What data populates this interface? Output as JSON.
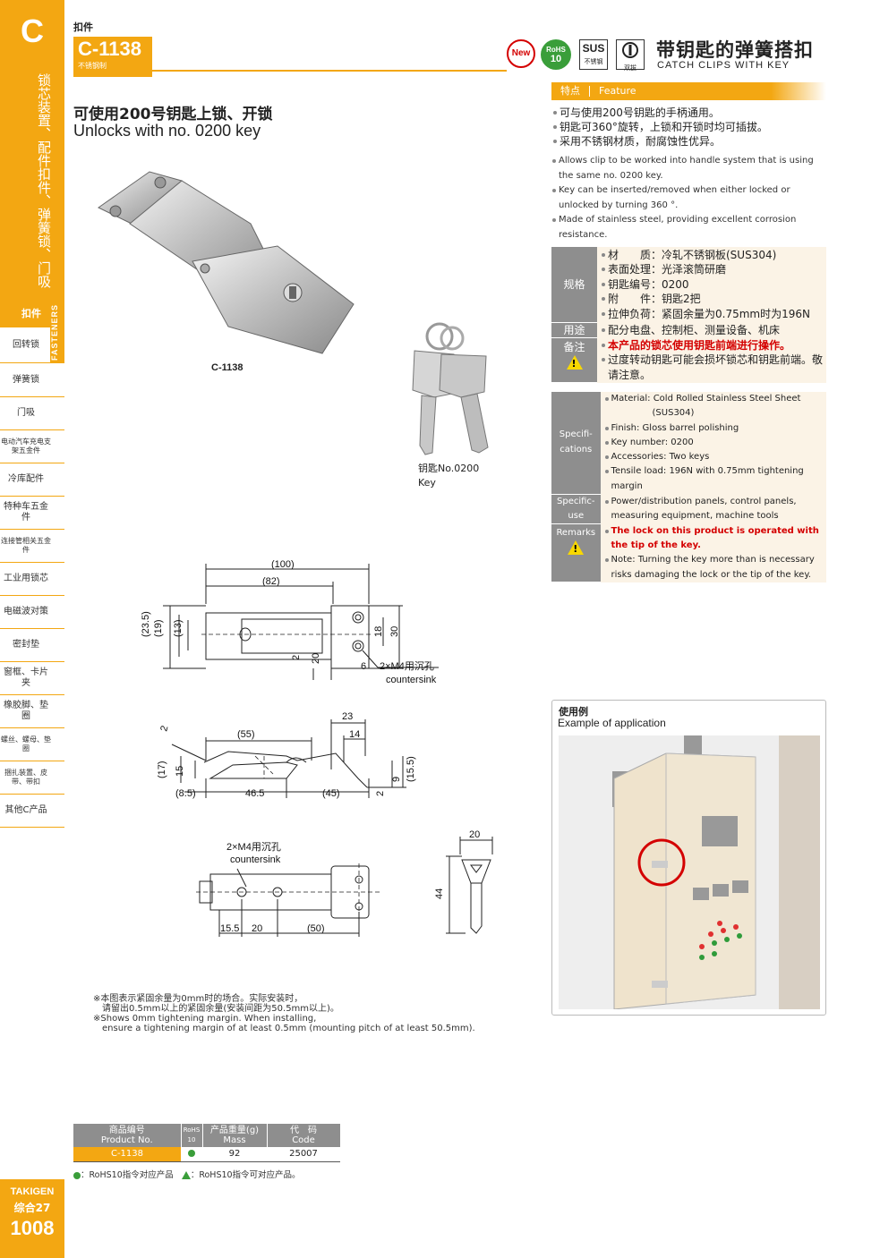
{
  "sidebar": {
    "letter": "C",
    "vertical_cn": "锁芯装置、配件扣件、弹簧锁、门吸",
    "fasteners": "FASTENERS",
    "items": [
      {
        "label": "扣件",
        "active": true
      },
      {
        "label": "回转锁"
      },
      {
        "label": "弹簧锁"
      },
      {
        "label": "门吸"
      },
      {
        "label": "电动汽车充电支架五金件"
      },
      {
        "label": "冷库配件"
      },
      {
        "label": "特种车五金件"
      },
      {
        "label": "连接管相关五金件"
      },
      {
        "label": "工业用锁芯"
      },
      {
        "label": "电磁波对策"
      },
      {
        "label": "密封垫"
      },
      {
        "label": "窗框、卡片夹"
      },
      {
        "label": "橡胶脚、垫圈"
      },
      {
        "label": "螺丝、螺母、垫圈"
      },
      {
        "label": "捆扎装置、皮带、带扣"
      },
      {
        "label": "其他C产品"
      }
    ],
    "brand": "TAKIGEN",
    "section": "综合27",
    "page": "1008"
  },
  "header": {
    "category": "扣件",
    "model": "C-1138",
    "material": "不锈钢制",
    "badges": {
      "new": "New",
      "rohs": "RoHS",
      "rohs_num": "10",
      "sus": "SUS",
      "sus_sub": "不锈钢",
      "key_sub": "双拔"
    },
    "title_cn": "带钥匙的弹簧搭扣",
    "title_en": "CATCH CLIPS WITH KEY"
  },
  "main": {
    "title_cn": "可使用200号钥匙上锁、开锁",
    "title_en": "Unlocks with no. 0200 key",
    "product_caption": "C-1138",
    "key_caption_cn": "钥匙No.0200",
    "key_caption_en": "Key"
  },
  "feature": {
    "label_cn": "特点",
    "label_en": "Feature",
    "cn": [
      "可与使用200号钥匙的手柄通用。",
      "钥匙可360°旋转，上锁和开锁时均可插拔。",
      "采用不锈钢材质，耐腐蚀性优异。"
    ],
    "en": [
      "Allows clip to be worked into handle system that is using the same no. 0200 key.",
      "Key can be inserted/removed when either locked or unlocked by turning 360 °.",
      "Made of stainless steel, providing excellent corrosion resistance."
    ]
  },
  "spec_cn": {
    "spec_label": "规格",
    "spec_items": [
      "材　　质：冷轧不锈钢板(SUS304)",
      "表面处理：光泽滚筒研磨",
      "钥匙编号：0200",
      "附　　件：钥匙2把",
      "拉伸负荷：紧固余量为0.75mm时为196N"
    ],
    "use_label": "用途",
    "use_text": "配分电盘、控制柜、测量设备、机床",
    "remarks_label": "备注",
    "remark_red": "本产品的锁芯使用钥匙前端进行操作。",
    "remark_note": "过度转动钥匙可能会损坏锁芯和钥匙前端。敬请注意。"
  },
  "spec_en": {
    "spec_label": "Specifi-cations",
    "spec_items": [
      "Material: Cold Rolled Stainless Steel Sheet",
      "(SUS304)",
      "Finish: Gloss barrel polishing",
      "Key number: 0200",
      "Accessories: Two keys",
      "Tensile load: 196N with 0.75mm tightening margin"
    ],
    "use_label": "Specific-use",
    "use_text": "Power/distribution panels, control panels, measuring equipment, machine tools",
    "remarks_label": "Remarks",
    "remark_red": "The lock on this product is operated with the tip of the key.",
    "remark_note": "Note: Turning the key more than is necessary risks damaging the lock or the tip of the key."
  },
  "drawing": {
    "top": {
      "d100": "(100)",
      "d82": "(82)",
      "d23_5": "(23.5)",
      "d19": "(19)",
      "d13": "(13)",
      "d18": "18",
      "d30": "30",
      "d2": "2",
      "d20": "20",
      "d6": "6",
      "hole_cn": "2×M4用沉孔",
      "hole_en": "countersink"
    },
    "side": {
      "d2": "2",
      "d55": "(55)",
      "d23": "23",
      "d14": "14",
      "d17": "(17)",
      "d15": "15",
      "d9": "9",
      "d15_5": "(15.5)",
      "d8_5": "(8.5)",
      "d46_5": "46.5",
      "d45": "(45)",
      "d2b": "2"
    },
    "bottom": {
      "hole_cn": "2×M4用沉孔",
      "hole_en": "countersink",
      "d15_5": "15.5",
      "d20": "20",
      "d50": "(50)"
    },
    "key": {
      "d20": "20",
      "d44": "44"
    }
  },
  "application": {
    "title_cn": "使用例",
    "title_en": "Example of application"
  },
  "notes": [
    "※本图表示紧固余量为0mm时的场合。实际安装时，",
    "　请留出0.5mm以上的紧固余量(安装间距为50.5mm以上)。",
    "※Shows 0mm tightening margin. When installing,",
    "　ensure a tightening margin of at least 0.5mm (mounting pitch of at least 50.5mm)."
  ],
  "product_table": {
    "headers": {
      "no_cn": "商品编号",
      "no_en": "Product No.",
      "rohs": "RoHS",
      "rohs_num": "10",
      "mass_cn": "产品重量(g)",
      "mass_en": "Mass",
      "code_cn": "代　码",
      "code_en": "Code"
    },
    "rows": [
      {
        "no": "C-1138",
        "mass": "92",
        "code": "25007"
      }
    ],
    "legend_dot": "：RoHS10指令对应产品",
    "legend_tri": "：RoHS10指令可对应产品。"
  },
  "colors": {
    "accent": "#f3a712",
    "gray": "#8e8e8e",
    "red": "#d40000",
    "green": "#3a9e3a"
  }
}
